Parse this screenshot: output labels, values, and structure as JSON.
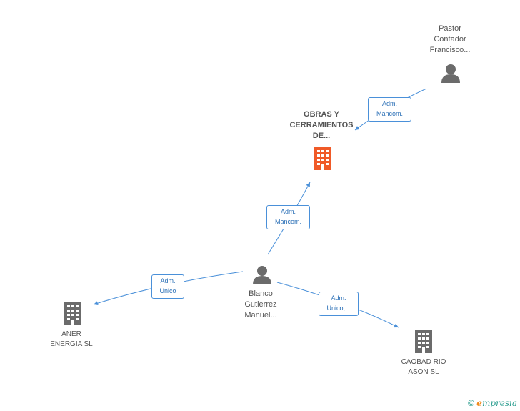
{
  "nodes": {
    "pastor": {
      "lines": [
        "Pastor",
        "Contador",
        "Francisco..."
      ],
      "type": "person"
    },
    "obras": {
      "lines": [
        "OBRAS Y",
        "CERRAMIENTOS",
        "DE..."
      ],
      "type": "company-main"
    },
    "blanco": {
      "lines": [
        "Blanco",
        "Gutierrez",
        "Manuel..."
      ],
      "type": "person"
    },
    "aner": {
      "lines": [
        "ANER",
        "ENERGIA SL"
      ],
      "type": "company"
    },
    "caobad": {
      "lines": [
        "CAOBAD RIO",
        "ASON SL"
      ],
      "type": "company"
    }
  },
  "relations": {
    "pastor_obras": {
      "line1": "Adm.",
      "line2": "Mancom."
    },
    "blanco_obras": {
      "line1": "Adm.",
      "line2": "Mancom."
    },
    "blanco_aner": {
      "line1": "Adm.",
      "line2": "Unico"
    },
    "blanco_caobad": {
      "line1": "Adm.",
      "line2": "Unico,..."
    }
  },
  "footer": {
    "copyright": "©",
    "brand_e": "e",
    "brand_rest": "mpresia"
  },
  "colors": {
    "edge": "#4a90d9",
    "person": "#6b6b6b",
    "company": "#6b6b6b",
    "main_company": "#f05a28"
  }
}
